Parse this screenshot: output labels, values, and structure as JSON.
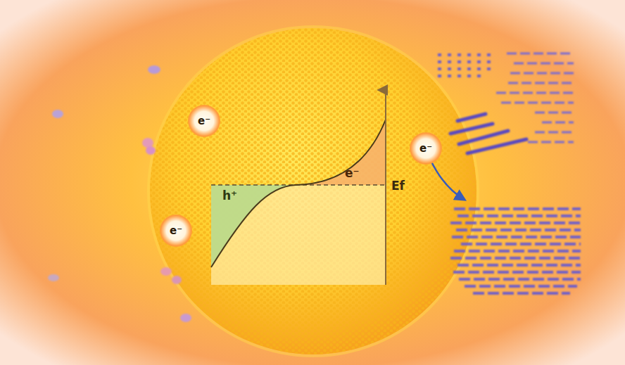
{
  "diagram": {
    "nodes": [
      {
        "text": [
          "e⁻"
        ]
      },
      {
        "text": [
          "e⁻"
        ]
      },
      {
        "text": [
          "e⁻"
        ]
      }
    ],
    "labels": [
      "h⁺",
      "e⁻",
      "Ef"
    ]
  }
}
